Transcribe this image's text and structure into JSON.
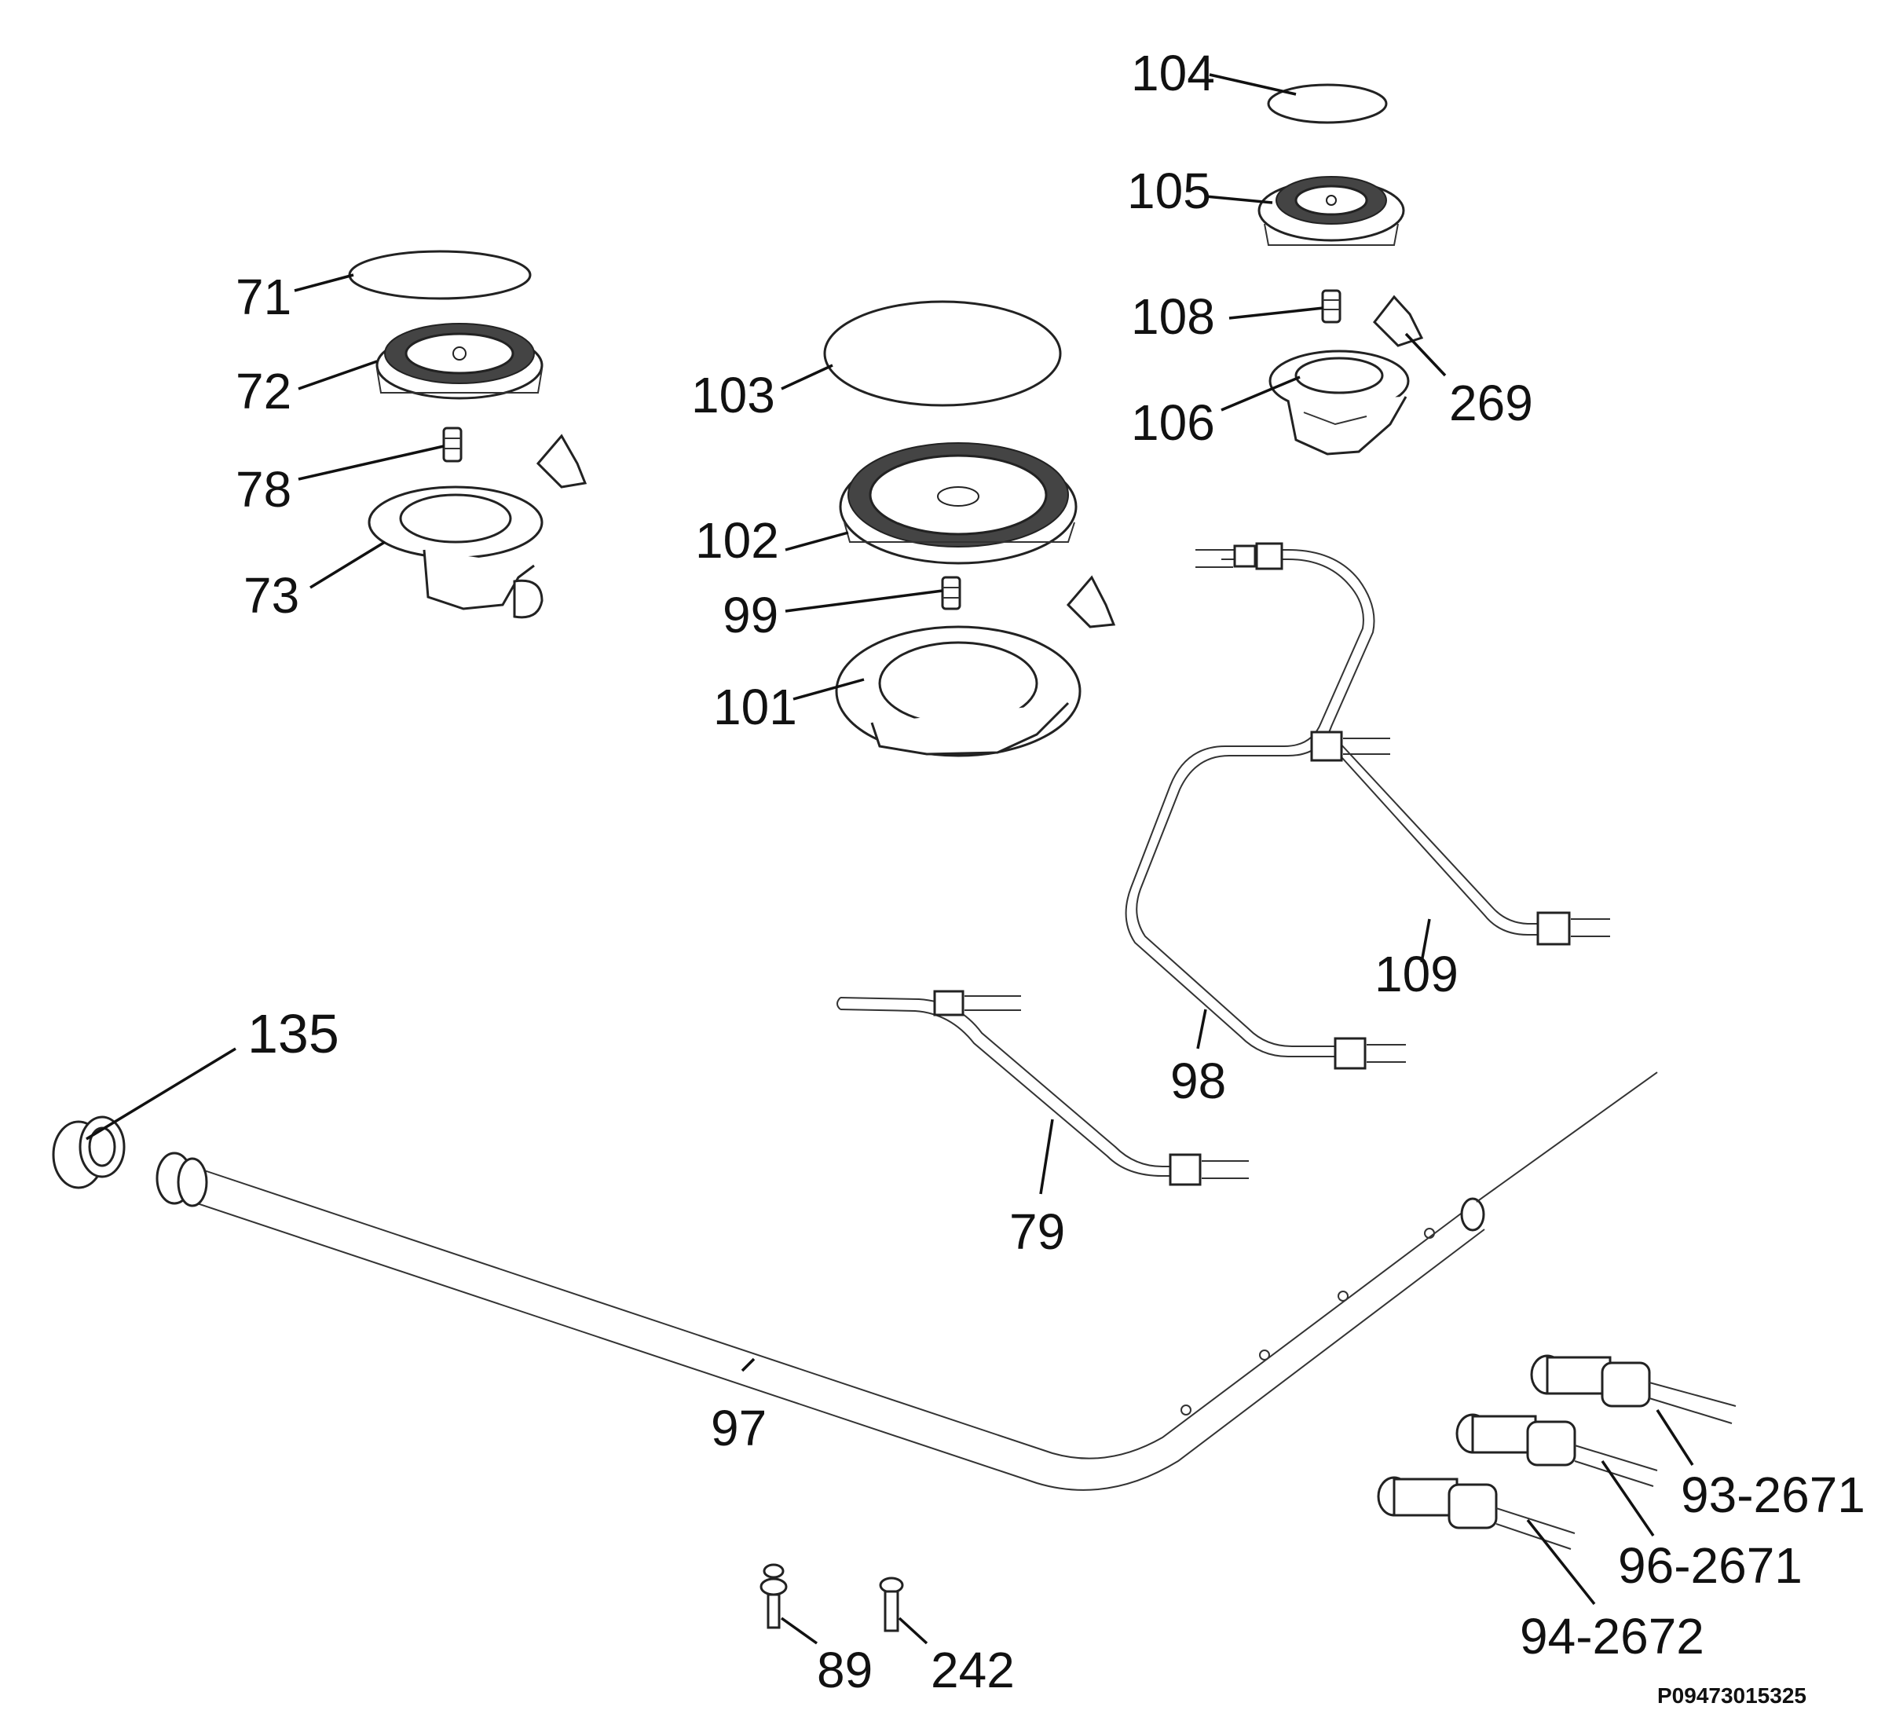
{
  "drawing_code": "P09473015325",
  "parts": {
    "p104": "104",
    "p105": "105",
    "p108": "108",
    "p269": "269",
    "p106": "106",
    "p71": "71",
    "p72": "72",
    "p78": "78",
    "p73": "73",
    "p103": "103",
    "p102": "102",
    "p99": "99",
    "p101": "101",
    "p109": "109",
    "p98": "98",
    "p79": "79",
    "p135": "135",
    "p97": "97",
    "p93": "93-2671",
    "p96": "96-2671",
    "p94": "94-2672",
    "p89": "89",
    "p242": "242"
  }
}
